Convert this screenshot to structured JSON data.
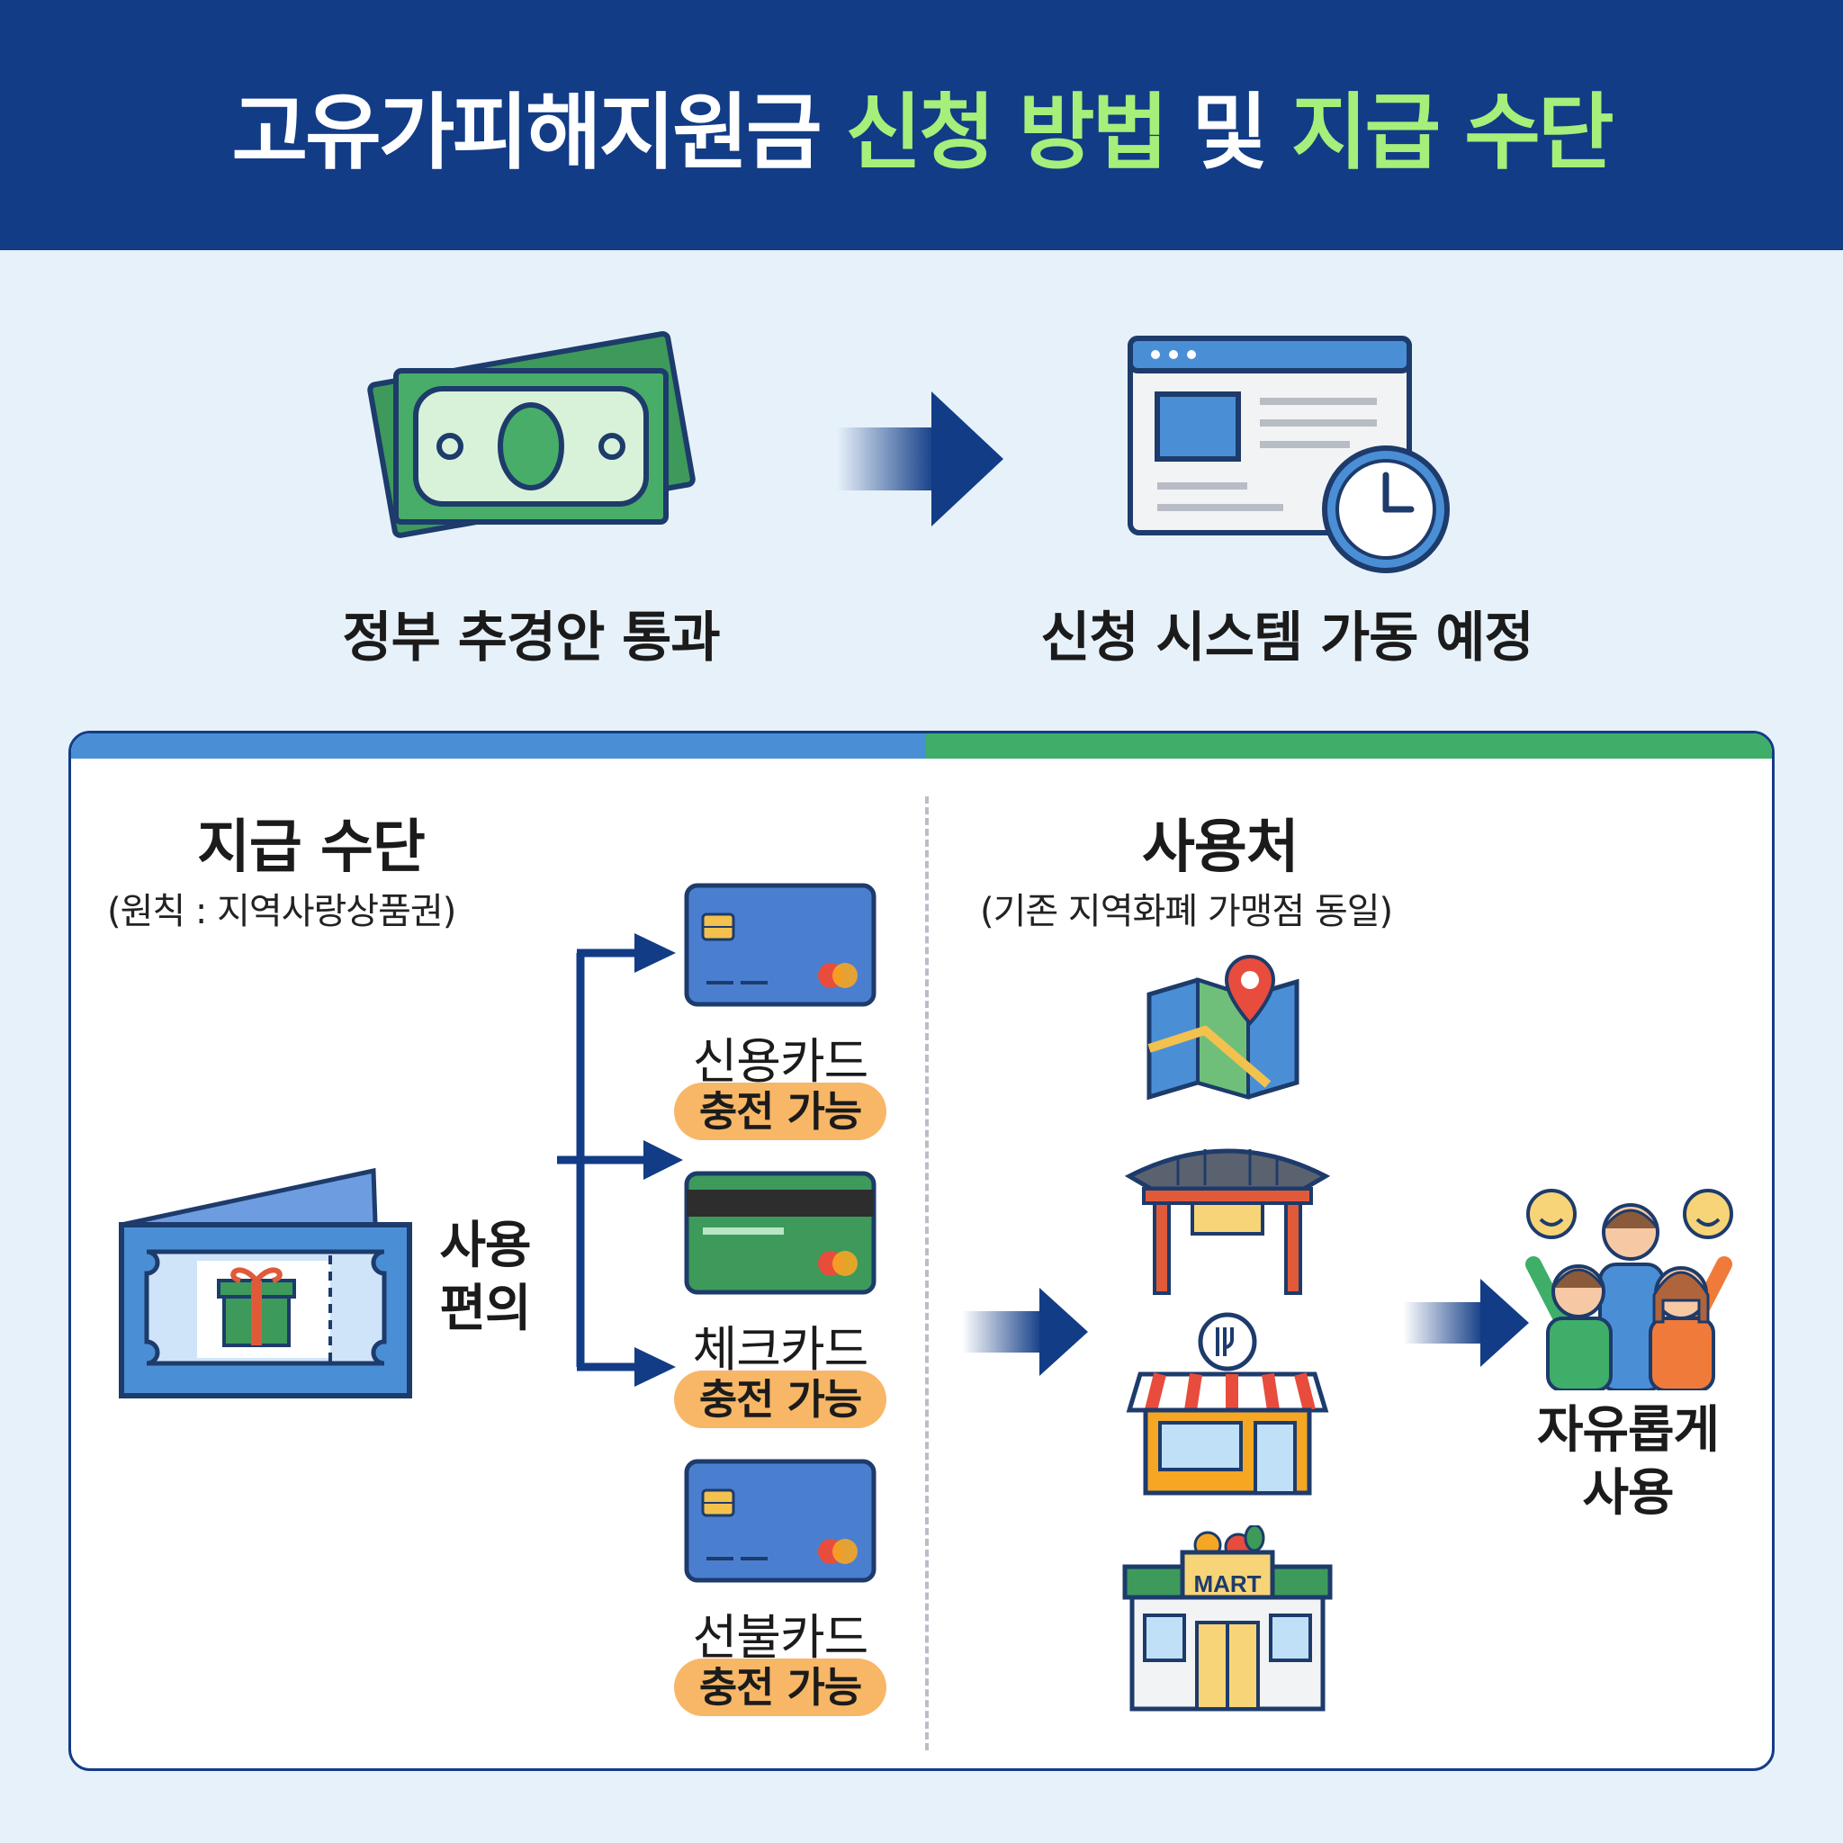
{
  "header": {
    "title_part1": "고유가피해지원금 ",
    "title_part2": "신청 방법",
    "title_part3": " 및 ",
    "title_part4": "지급 수단",
    "colors": {
      "background": "#123c86",
      "white": "#ffffff",
      "highlight": "#a6ef7a"
    }
  },
  "flow": {
    "step1": {
      "icon": "money-stack-icon",
      "label": "정부 추경안 통과"
    },
    "step2": {
      "icon": "browser-clock-icon",
      "label": "신청 시스템 가동 예정"
    }
  },
  "payment": {
    "title": "지급 수단",
    "subtitle": "(원칙 : 지역사랑상품권)",
    "voucher_icon": "gift-voucher-icon",
    "convenience_label_1": "사용",
    "convenience_label_2": "편의",
    "cards": [
      {
        "icon": "blue-chip-card-icon",
        "name": "신용카드",
        "badge": "충전 가능"
      },
      {
        "icon": "green-stripe-card-icon",
        "name": "체크카드",
        "badge": "충전 가능"
      },
      {
        "icon": "blue-chip-card-icon",
        "name": "선불카드",
        "badge": "충전 가능"
      }
    ]
  },
  "usage": {
    "title": "사용처",
    "subtitle": "(기존 지역화폐 가맹점 동일)",
    "places": [
      "map-pin-icon",
      "traditional-market-gate-icon",
      "restaurant-icon",
      "mart-icon"
    ],
    "mart_sign": "MART",
    "result_icon": "happy-family-icon",
    "result_line1": "자유롭게",
    "result_line2": "사용"
  },
  "colors": {
    "page_bg": "#e7f1fa",
    "accent_blue": "#4a8fd6",
    "accent_green": "#3fae68",
    "badge": "#f7b767",
    "navy": "#123c86"
  }
}
